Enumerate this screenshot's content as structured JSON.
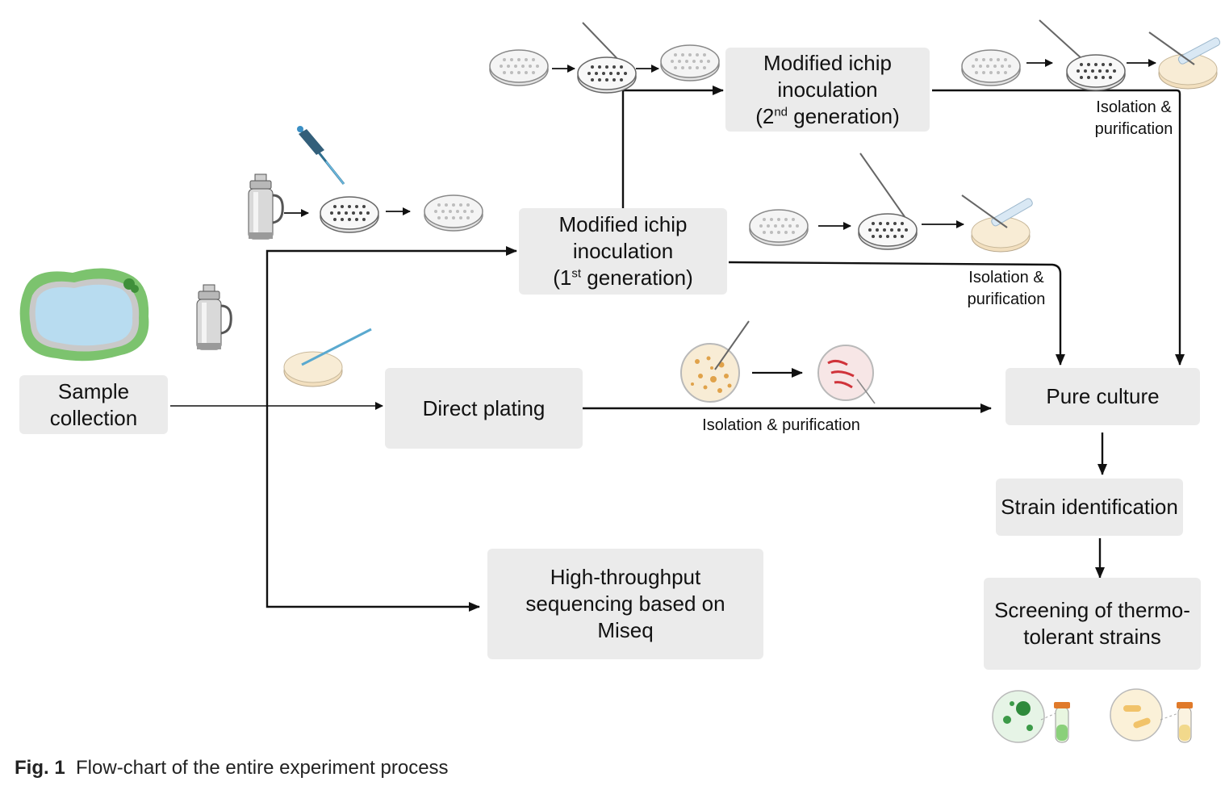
{
  "boxes": {
    "sample_collection": {
      "line1": "Sample",
      "line2": "collection"
    },
    "direct_plating": "Direct plating",
    "ichip_1st": {
      "line1": "Modified ichip",
      "line2": "inoculation",
      "open": "(1",
      "sup": "st",
      "close": " generation)"
    },
    "ichip_2nd": {
      "line1": "Modified ichip",
      "line2": "inoculation",
      "open": "(2",
      "sup": "nd",
      "close": " generation)"
    },
    "high_throughput": {
      "line1": "High-throughput",
      "line2": "sequencing based on",
      "line3": "Miseq"
    },
    "pure_culture": "Pure culture",
    "strain_identification": "Strain identification",
    "screening": {
      "line1": "Screening of thermo-",
      "line2": "tolerant strains"
    }
  },
  "labels": {
    "isolation_top": {
      "line1": "Isolation &",
      "line2": "purification"
    },
    "isolation_mid": {
      "line1": "Isolation &",
      "line2": "purification"
    },
    "isolation_direct": "Isolation & purification"
  },
  "caption": {
    "fig": "Fig. 1",
    "text": "Flow-chart of the entire experiment process"
  },
  "icons": [
    "pond-icon",
    "thermos-icon",
    "pipette-icon",
    "ichip-plate-icon",
    "inoculation-needle-icon",
    "petri-dish-icon",
    "streak-plate-icon",
    "colony-plate-icon",
    "culture-tube-icon"
  ],
  "colors": {
    "box_fill": "#ebebeb",
    "arrow": "#111111",
    "pond_water": "#b8dcf0",
    "pond_grass": "#7cc36e",
    "agar": "#f6e9cf"
  }
}
